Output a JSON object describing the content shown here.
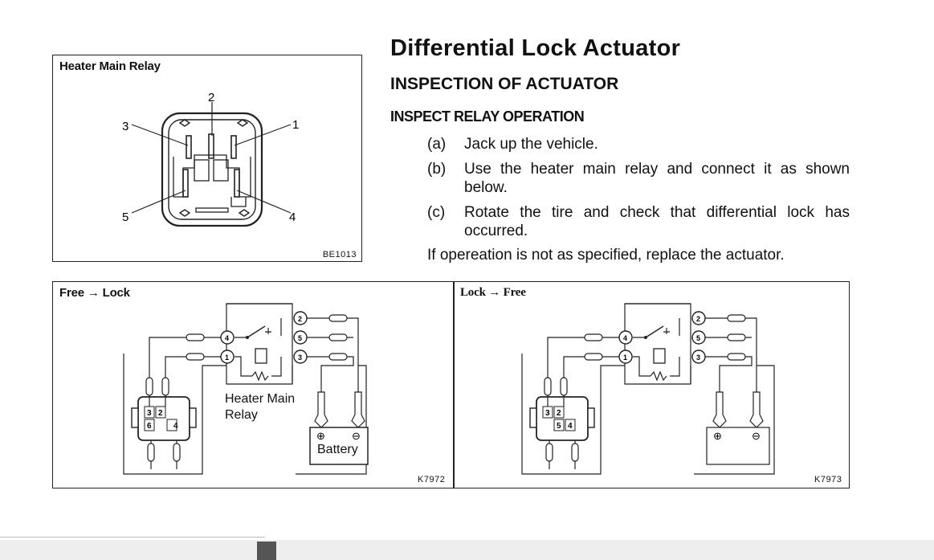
{
  "title": "Differential Lock Actuator",
  "section": "INSPECTION OF ACTUATOR",
  "subsection": "INSPECT RELAY OPERATION",
  "steps": [
    {
      "marker": "(a)",
      "text": "Jack up the vehicle."
    },
    {
      "marker": "(b)",
      "text": "Use the heater main relay and connect it as shown below."
    },
    {
      "marker": "(c)",
      "text": "Rotate the tire and check that differential lock has occurred."
    }
  ],
  "note": "If opereation is not as specified, replace the actuator.",
  "relay_figure": {
    "label": "Heater Main Relay",
    "code": "BE1013",
    "pins": [
      "1",
      "2",
      "3",
      "4",
      "5"
    ]
  },
  "free_to_lock": {
    "label": "Free → Lock",
    "code": "K7972",
    "relay_label": "Heater Main Relay",
    "battery_label": "Battery",
    "relay_pins": [
      "2",
      "4",
      "5",
      "1",
      "3"
    ],
    "connector_pins": [
      "3",
      "2",
      "6",
      "4"
    ]
  },
  "lock_to_free": {
    "label": "Lock → Free",
    "code": "K7973",
    "relay_pins": [
      "2",
      "4",
      "5",
      "1",
      "3"
    ],
    "connector_pins": [
      "3",
      "2",
      "5",
      "4"
    ]
  },
  "battery_symbols": [
    "⊕",
    "⊖"
  ]
}
